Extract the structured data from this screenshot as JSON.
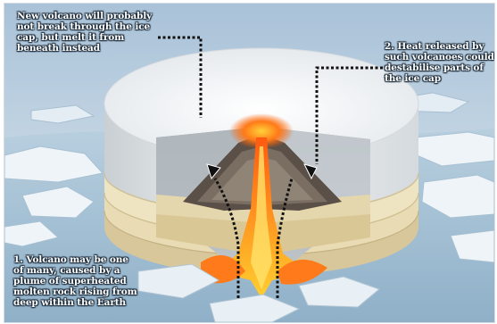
{
  "annotations": {
    "new_volcano": [
      "New volcano will probably",
      "not break through the ice",
      "cap, but melt it from",
      "beneath instead"
    ],
    "heat_released": [
      "2. Heat released by",
      "such volcanoes could",
      "destabilise parts of",
      "the ice cap"
    ],
    "volcano_origin": [
      "1. Volcano may be one",
      "of many, caused by a",
      "plume of superheated",
      "molten rock rising from",
      "deep within the Earth"
    ]
  },
  "colors": {
    "sky_top": "#a9c2d8",
    "sky_bottom": "#dfe9f2",
    "ice_cap": "#f2f4f5",
    "sediment": "#e6d6ac",
    "lava": "#ff6a10",
    "magma_core": "#ffd23a",
    "rock": "#4a4038",
    "leader_line": "#111111"
  }
}
